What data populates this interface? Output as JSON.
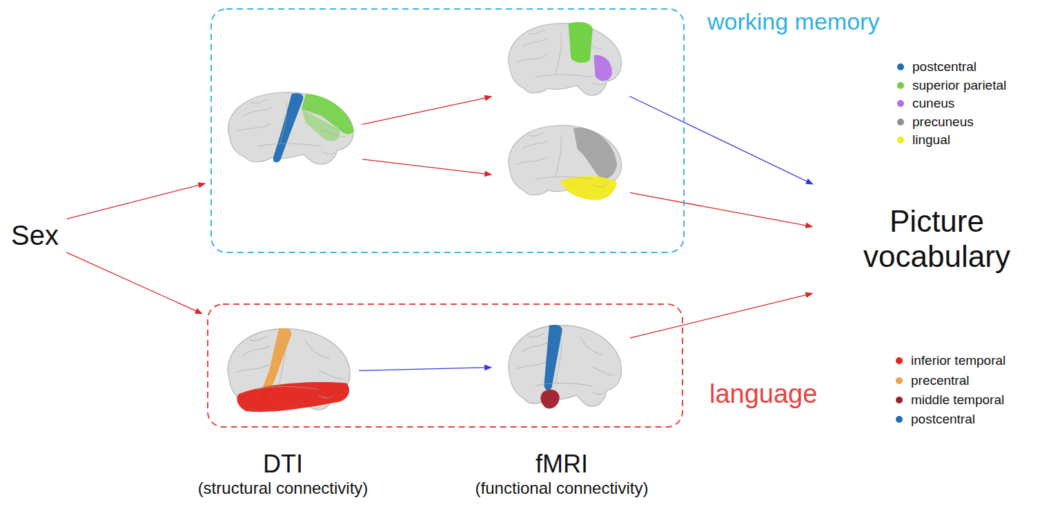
{
  "diagram": {
    "nodes": [
      {
        "text": [
          "Sex"
        ]
      },
      {
        "text": [
          "working memory"
        ]
      },
      {
        "text": [],
        "in": 1
      },
      {
        "text": [],
        "in": 1
      },
      {
        "text": [],
        "in": 1
      },
      {
        "text": [
          "language"
        ]
      },
      {
        "text": [],
        "in": 5
      },
      {
        "text": [],
        "in": 5
      },
      {
        "text": [
          "Picture vocabulary"
        ]
      }
    ],
    "edges": [
      {
        "from": 0,
        "to": 1,
        "arrow": "to"
      },
      {
        "from": 0,
        "to": 5,
        "arrow": "to"
      },
      {
        "from": 2,
        "to": 3,
        "arrow": "to"
      },
      {
        "from": 2,
        "to": 4,
        "arrow": "to"
      },
      {
        "from": 3,
        "to": 8,
        "arrow": "to"
      },
      {
        "from": 4,
        "to": 8,
        "arrow": "to"
      },
      {
        "from": 6,
        "to": 7,
        "arrow": "to"
      },
      {
        "from": 7,
        "to": 8,
        "arrow": "to"
      }
    ],
    "labels": [
      "DTI",
      "(structural connectivity)",
      "fMRI",
      "(functional connectivity)"
    ],
    "legend": [
      {
        "text": "postcentral",
        "color": "#1f6db3"
      },
      {
        "text": "superior parietal",
        "color": "#6cd13b"
      },
      {
        "text": "cuneus",
        "color": "#b56de8"
      },
      {
        "text": "precuneus",
        "color": "#8f8f8f"
      },
      {
        "text": "lingual",
        "color": "#f2ea1d"
      },
      {
        "text": "inferior temporal",
        "color": "#e3231c"
      },
      {
        "text": "precentral",
        "color": "#eba347"
      },
      {
        "text": "middle temporal",
        "color": "#a01c2c"
      },
      {
        "text": "postcentral",
        "color": "#1f6db3"
      }
    ]
  }
}
